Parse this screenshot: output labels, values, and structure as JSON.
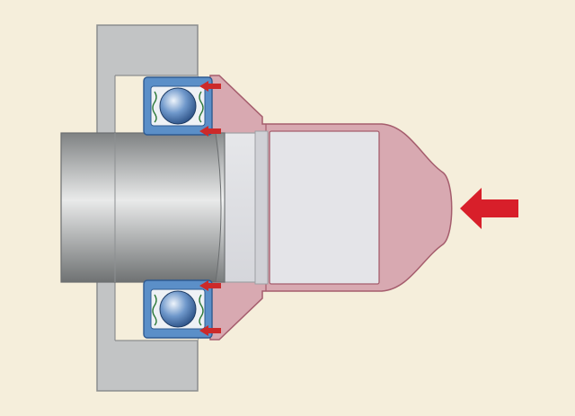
{
  "diagram": {
    "colors": {
      "background": "#f5eedb",
      "housing": "#c2c4c5",
      "bearing_ring": "#5b8fc8",
      "ball": "#6c95c8",
      "tool": "#d8a9b1",
      "tool_outline": "#a55d6d",
      "force_arrow": "#d81f2a",
      "reaction_arrow": "#cc2a2a"
    },
    "parts": [
      {
        "name": "housing"
      },
      {
        "name": "shaft"
      },
      {
        "name": "bearing-top"
      },
      {
        "name": "bearing-bottom"
      },
      {
        "name": "mounting-sleeve"
      },
      {
        "name": "mounting-dolly"
      }
    ],
    "arrows": {
      "mounting_force": {
        "direction": "left"
      },
      "reaction_forces": [
        {
          "bearing": "top",
          "direction": "left"
        },
        {
          "bearing": "top",
          "direction": "left"
        },
        {
          "bearing": "bottom",
          "direction": "left"
        },
        {
          "bearing": "bottom",
          "direction": "left"
        }
      ]
    }
  }
}
